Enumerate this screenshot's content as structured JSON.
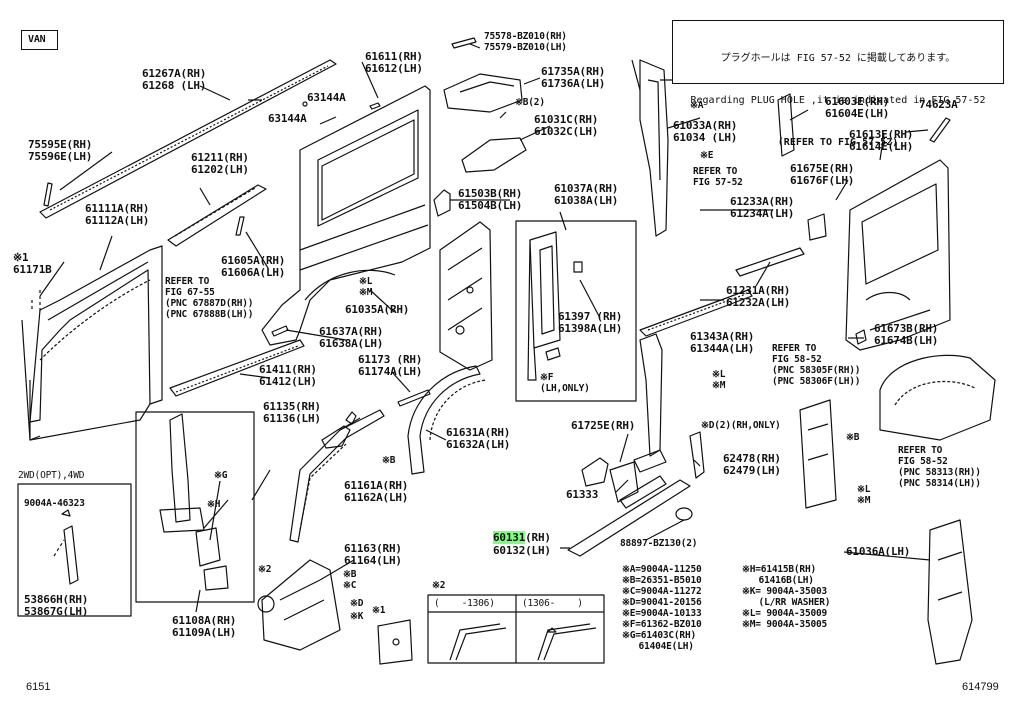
{
  "header": {
    "tag": "VAN"
  },
  "note": {
    "line1": "プラグホールは FIG 57-52 に掲載してあります。",
    "line2": "Regarding PLUG HOLE ,it is indicated in FIG 57-52",
    "line3": "(REFER TO FIG 57-52)"
  },
  "labels": {
    "p75578": "75578-BZ010(RH)\n75579-BZ010(LH)",
    "p61611": "61611(RH)\n61612(LH)",
    "p61267": "61267A(RH)\n61268 (LH)",
    "p63144a": "63144A",
    "p63144b": "63144A",
    "p75595": "75595E(RH)\n75596E(LH)",
    "p61211": "61211(RH)\n61202(LH)",
    "p61111": "61111A(RH)\n61112A(LH)",
    "p61171": "※1\n61171B",
    "refer6755": "REFER TO\nFIG 67-55\n(PNC 67887D(RH))\n(PNC 67888B(LH))",
    "p61605": "61605A(RH)\n61606A(LH)",
    "p61735": "61735A(RH)\n61736A(LH)",
    "b2": "※B(2)",
    "p61031": "61031C(RH)\n61032C(LH)",
    "p61503": "61503B(RH)\n61504B(LH)",
    "lm1": "※L\n※M",
    "p61035": "61035A(RH)",
    "p61037": "61037A(RH)\n61038A(LH)",
    "p61397": "61397 (RH)\n61398A(LH)",
    "fonly": "※F\n(LH,ONLY)",
    "p61637": "61637A(RH)\n61638A(LH)",
    "p61411": "61411(RH)\n61412(LH)",
    "p61173": "61173 (RH)\n61174A(LH)",
    "p61135": "61135(RH)\n61136(LH)",
    "xb": "※B",
    "p61631": "61631A(RH)\n61632A(LH)",
    "ga": "※A",
    "p61033": "61033A(RH)\n61034 (LH)",
    "ge": "※E",
    "refer5752": "REFER TO\nFIG 57-52",
    "p61233": "61233A(RH)\n61234A(LH)",
    "p61603": "61603E(RH)\n61604E(LH)",
    "p74623": "74623A",
    "p61613": "61613E(RH)\n61614E(LH)",
    "p61675": "61675E(RH)\n61676F(LH)",
    "p61231": "61231A(RH)\n61232A(LH)",
    "p61343": "61343A(RH)\n61344A(LH)",
    "refer5852a": "REFER TO\nFIG 58-52\n(PNC 58305F(RH))\n(PNC 58306F(LH))",
    "p61673": "61673B(RH)\n61674B(LH)",
    "lm2": "※L\n※M",
    "d2": "※D(2)(RH,ONLY)",
    "p61725": "61725E(RH)",
    "p62478": "62478(RH)\n62479(LH)",
    "xb2": "※B",
    "refer5852b": "REFER TO\nFIG 58-52\n(PNC 58313(RH))\n(PNC 58314(LH))",
    "p61333": "61333",
    "lm3": "※L\n※M",
    "p60131": "60131",
    "p60131s": "(RH)",
    "p60132": "60132(LH)",
    "p88897": "88897-BZ130(2)",
    "p61036": "61036A(LH)",
    "wd": "2WD(OPT),4WD",
    "p9004a": "9004A-46323",
    "p53866": "53866H(RH)\n53867G(LH)",
    "g": "※G",
    "h": "※H",
    "p61161": "61161A(RH)\n61162A(LH)",
    "p61163": "61163(RH)\n61164(LH)",
    "bc": "※B\n※C",
    "d": "※D",
    "k": "※K",
    "x2": "※2",
    "p61108": "61108A(RH)\n61109A(LH)",
    "x1": "※1",
    "x2b": "※2",
    "range1": "(    -1306)",
    "range2": "(1306-    )",
    "legend1": "※A=9004A-11250\n※B=26351-B5010\n※C=9004A-11272\n※D=90041-20156\n※E=9004A-10133\n※F=61362-BZ010\n※G=61403C(RH)\n   61404E(LH)",
    "legend2": "※H=61415B(RH)\n   61416B(LH)\n※K= 9004A-35003\n   (L/RR WASHER)\n※L= 9004A-35009\n※M= 9004A-35005"
  },
  "footer": {
    "left": "6151",
    "right": "614799"
  },
  "colors": {
    "highlight": "#7dff7d",
    "ink": "#111111"
  }
}
